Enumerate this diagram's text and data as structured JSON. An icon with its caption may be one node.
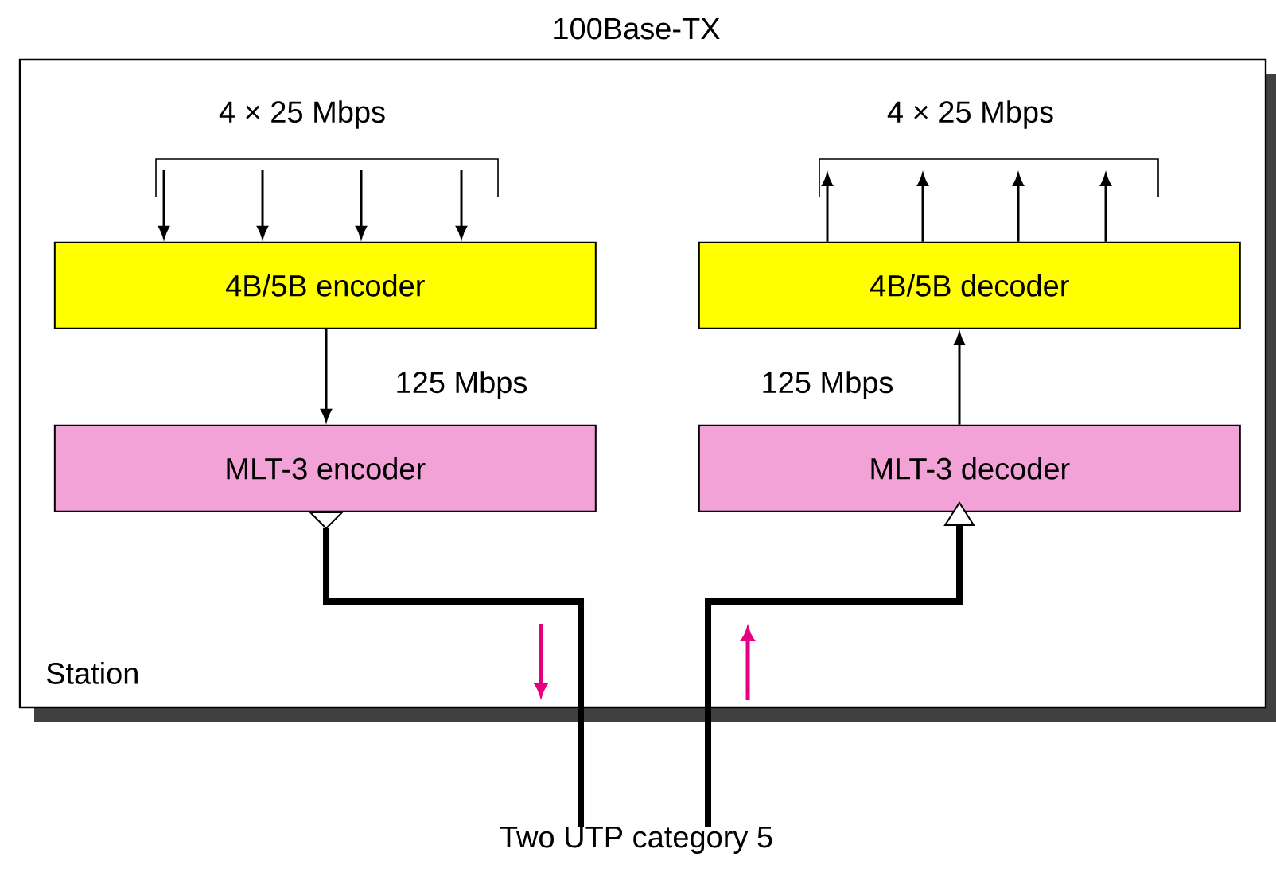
{
  "diagram": {
    "title": "100Base-TX",
    "caption": "Two UTP category 5",
    "nodes": [
      {
        "text": [
          "Station"
        ]
      },
      {
        "text": [
          "4B/5B encoder"
        ],
        "in": 0
      },
      {
        "text": [
          "MLT-3 encoder"
        ],
        "in": 0
      },
      {
        "text": [
          "4B/5B decoder"
        ],
        "in": 0
      },
      {
        "text": [
          "MLT-3 decoder"
        ],
        "in": 0
      }
    ],
    "edges": [
      {
        "from": null,
        "to": 1,
        "arrow": "to"
      },
      {
        "from": null,
        "to": 1,
        "arrow": "to"
      },
      {
        "from": null,
        "to": 1,
        "arrow": "to"
      },
      {
        "from": null,
        "to": 1,
        "arrow": "to"
      },
      {
        "from": 1,
        "to": 2,
        "arrow": "to",
        "label": "125 Mbps"
      },
      {
        "from": 3,
        "to": null,
        "arrow": "to"
      },
      {
        "from": 3,
        "to": null,
        "arrow": "to"
      },
      {
        "from": 3,
        "to": null,
        "arrow": "to"
      },
      {
        "from": 3,
        "to": null,
        "arrow": "to"
      },
      {
        "from": 4,
        "to": 3,
        "arrow": "to",
        "label": "125 Mbps"
      },
      {
        "from": 2,
        "to": null,
        "arrow": "none",
        "style": "thick"
      },
      {
        "from": 4,
        "to": null,
        "arrow": "none",
        "style": "thick"
      }
    ],
    "labels": [
      "4 × 25 Mbps",
      "4 × 25 Mbps"
    ]
  }
}
